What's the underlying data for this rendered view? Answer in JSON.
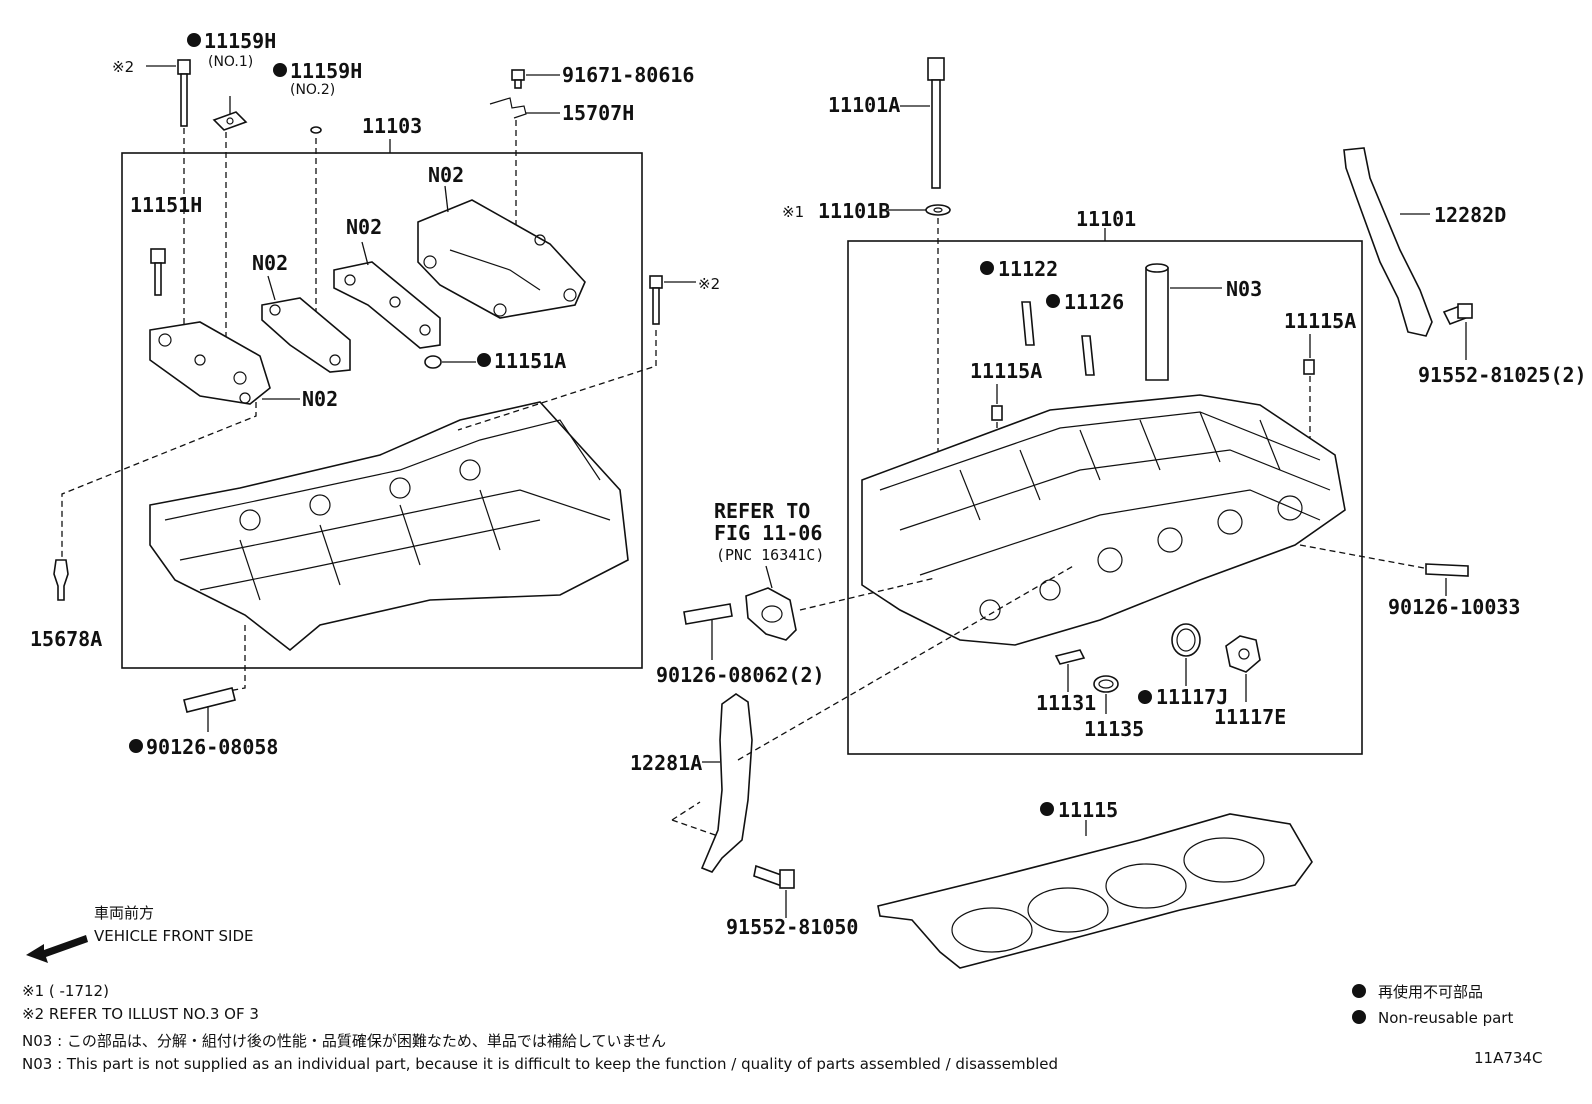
{
  "labels": {
    "p11159h_1": "11159H",
    "p11159h_1_sub": "(NO.1)",
    "p11159h_2": "11159H",
    "p11159h_2_sub": "(NO.2)",
    "mark2_a": "※2",
    "mark2_b": "※2",
    "mark1": "※1",
    "p91671": "91671-80616",
    "p15707h": "15707H",
    "p11103": "11103",
    "p11151h": "11151H",
    "n02_a": "N02",
    "n02_b": "N02",
    "n02_c": "N02",
    "n02_d": "N02",
    "p11151a": "11151A",
    "p15678a": "15678A",
    "p90126_08058": "90126-08058",
    "p11101a": "11101A",
    "p11101b": "11101B",
    "p11101": "11101",
    "p11122": "11122",
    "p11126": "11126",
    "n03": "N03",
    "p11115a_1": "11115A",
    "p11115a_2": "11115A",
    "p12282d": "12282D",
    "p91552_81025": "91552-81025(2)",
    "p90126_10033": "90126-10033",
    "refer_1": "REFER TO",
    "refer_2": "FIG 11-06",
    "refer_3": "(PNC 16341C)",
    "p90126_08062": "90126-08062(2)",
    "p11131": "11131",
    "p11135": "11135",
    "p11117j": "11117J",
    "p11117e": "11117E",
    "p12281a": "12281A",
    "p91552_81050": "91552-81050",
    "p11115": "11115"
  },
  "direction": {
    "jp": "車両前方",
    "en": "VEHICLE FRONT SIDE"
  },
  "footnotes": {
    "note1": "※1 (      -1712)",
    "note2": "※2 REFER TO ILLUST NO.3 OF 3",
    "n03_jp": "N03 : この部品は、分解・組付け後の性能・品質確保が困難なため、単品では補給していません",
    "n03_en": "N03 : This part is not supplied as an individual part, because it is difficult to keep the function / quality of parts  assembled / disassembled"
  },
  "legend": {
    "jp": "再使用不可部品",
    "en": "Non-reusable part"
  },
  "figure_id": "11A734C",
  "colors": {
    "ink": "#111111",
    "background": "#ffffff"
  }
}
